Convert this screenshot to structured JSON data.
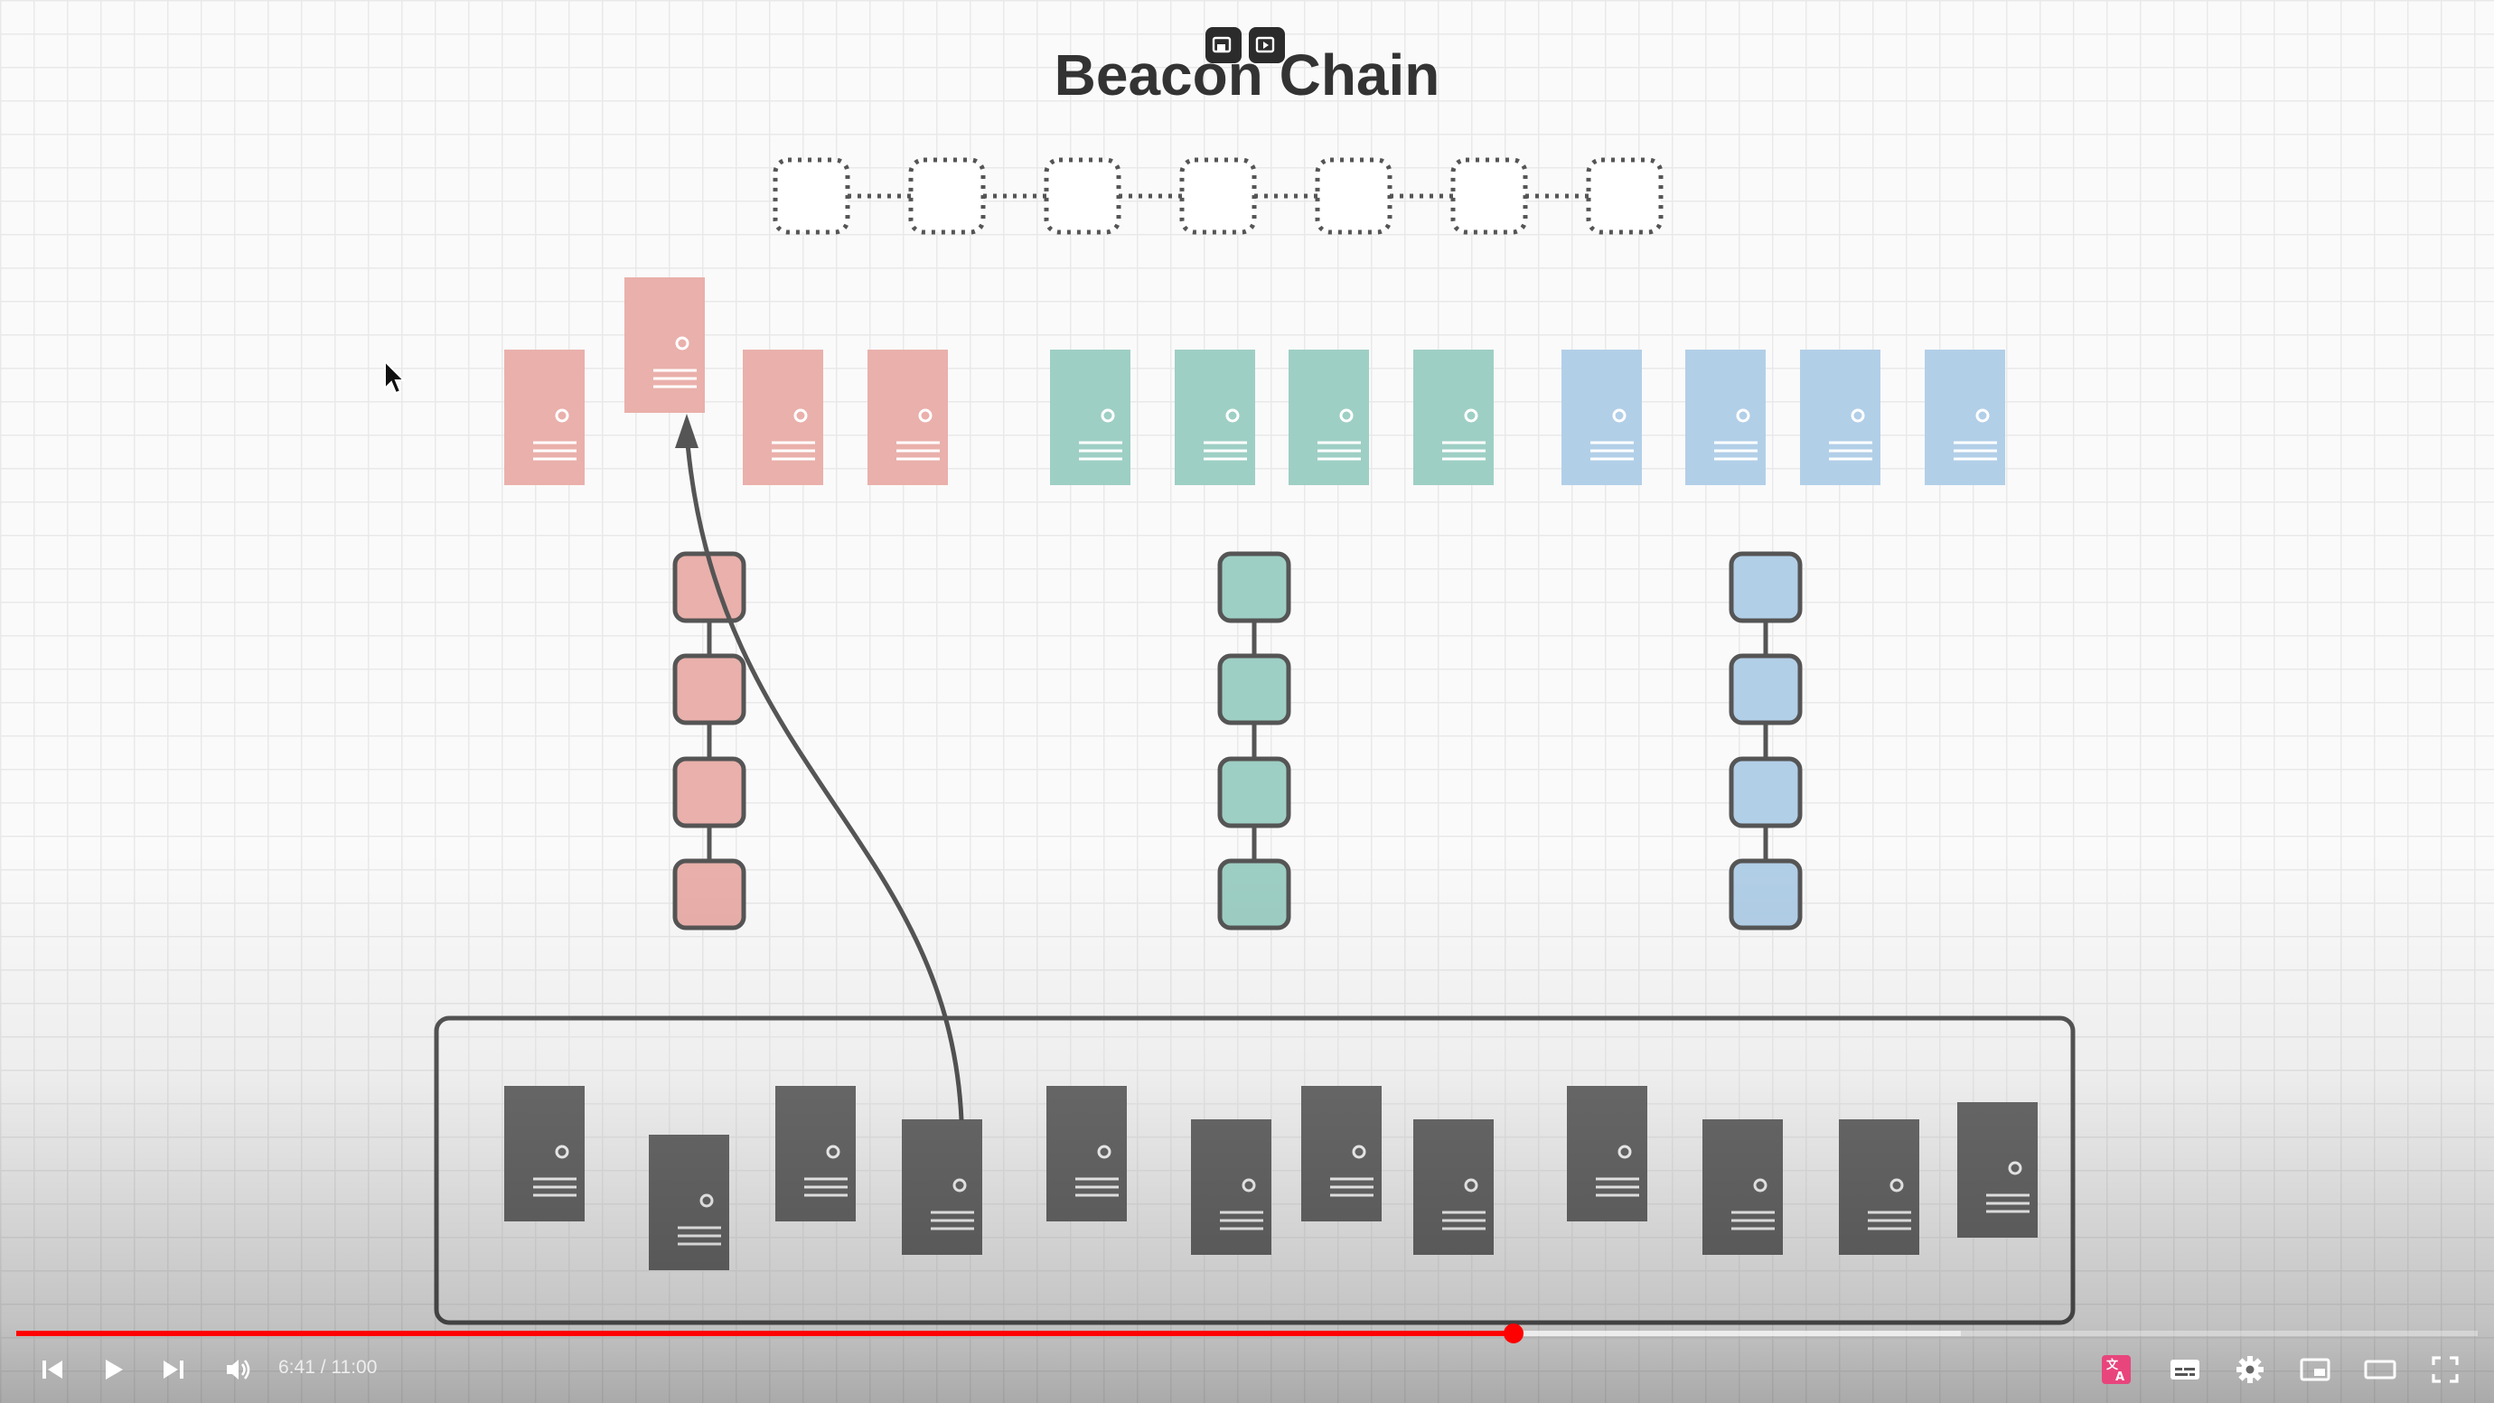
{
  "video": {
    "title": "Beacon Chain"
  },
  "player": {
    "time_current": "6:41",
    "time_separator": "/",
    "time_total": "11:00",
    "progress_fraction": 0.6083,
    "buffered_fraction": 0.79,
    "accent_color": "#ff0000",
    "controls": {
      "previous": "previous-icon",
      "play": "play-icon",
      "next": "next-icon",
      "volume": "volume-icon",
      "autotranslate": "translate-icon",
      "subtitles": "subtitles-icon",
      "settings": "gear-icon",
      "miniplayer": "miniplayer-icon",
      "theater": "theater-mode-icon",
      "fullscreen": "fullscreen-icon"
    }
  },
  "diagram_colors": {
    "shard_red": "#eab0ab",
    "shard_green": "#9ecfc4",
    "shard_blue": "#b2cfe8",
    "validator_pool": "#6c6c6c",
    "chain_block_outline": "#555555"
  }
}
